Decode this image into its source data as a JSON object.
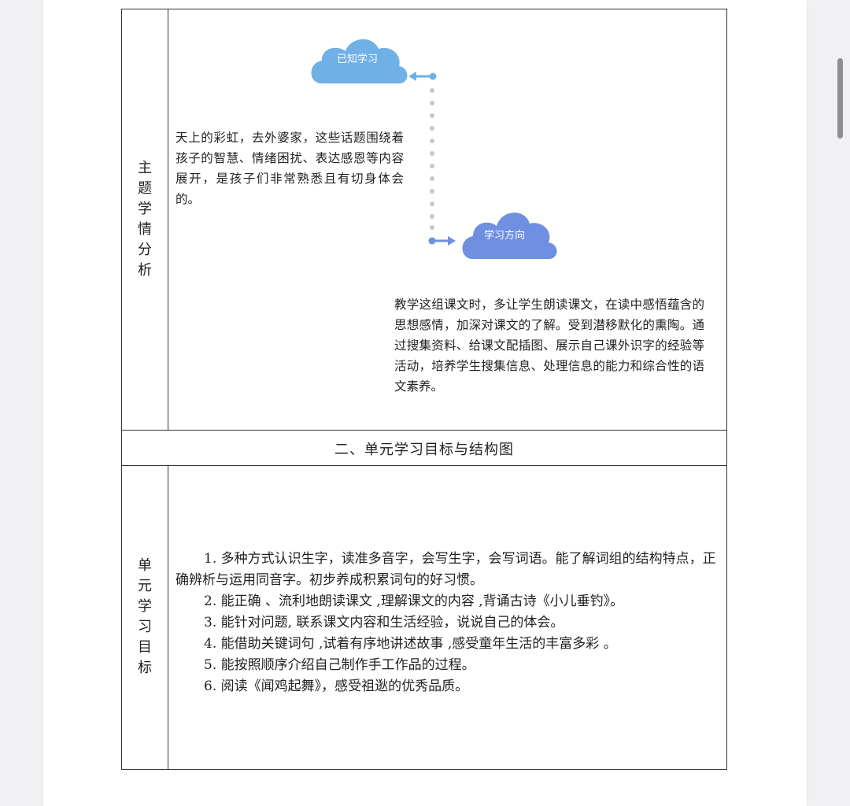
{
  "section1": {
    "label_chars": [
      "主",
      "题",
      "学",
      "情",
      "分",
      "析"
    ],
    "cloud_known": "已知学习",
    "cloud_direction": "学习方向",
    "known_text": "天上的彩虹，去外婆家，这些话题围绕着孩子的智慧、情绪困扰、表达感恩等内容展开，是孩子们非常熟悉且有切身体会的。",
    "direction_text": "教学这组课文时，多让学生朗读课文，在读中感悟蕴含的思想感情，加深对课文的了解。受到潜移默化的熏陶。通过搜集资料、给课文配插图、展示自己课外识字的经验等活动，培养学生搜集信息、处理信息的能力和综合性的语文素养。"
  },
  "section2": {
    "heading": "二、单元学习目标与结构图",
    "label_chars": [
      "单",
      "元",
      "学",
      "习",
      "目",
      "标"
    ],
    "goals": [
      "1. 多种方式认识生字，读准多音字，会写生字，会写词语。能了解词组的结构特点，正确辨析与运用同音字。初步养成积累词句的好习惯。",
      "2.  能正确 、流利地朗读课文 ,理解课文的内容 ,背诵古诗《小儿垂钓》。",
      "3.  能针对问题, 联系课文内容和生活经验，说说自己的体会。",
      "4. 能借助关键词句 ,试着有序地讲述故事 ,感受童年生活的丰富多彩 。",
      "5. 能按照顺序介绍自己制作手工作品的过程。",
      "6. 阅读《闻鸡起舞》，感受祖逖的优秀品质。"
    ]
  },
  "colors": {
    "cloud_light": "#6fb0e6",
    "cloud_dark": "#6f8fe0",
    "connector": "#c8c8cc"
  }
}
